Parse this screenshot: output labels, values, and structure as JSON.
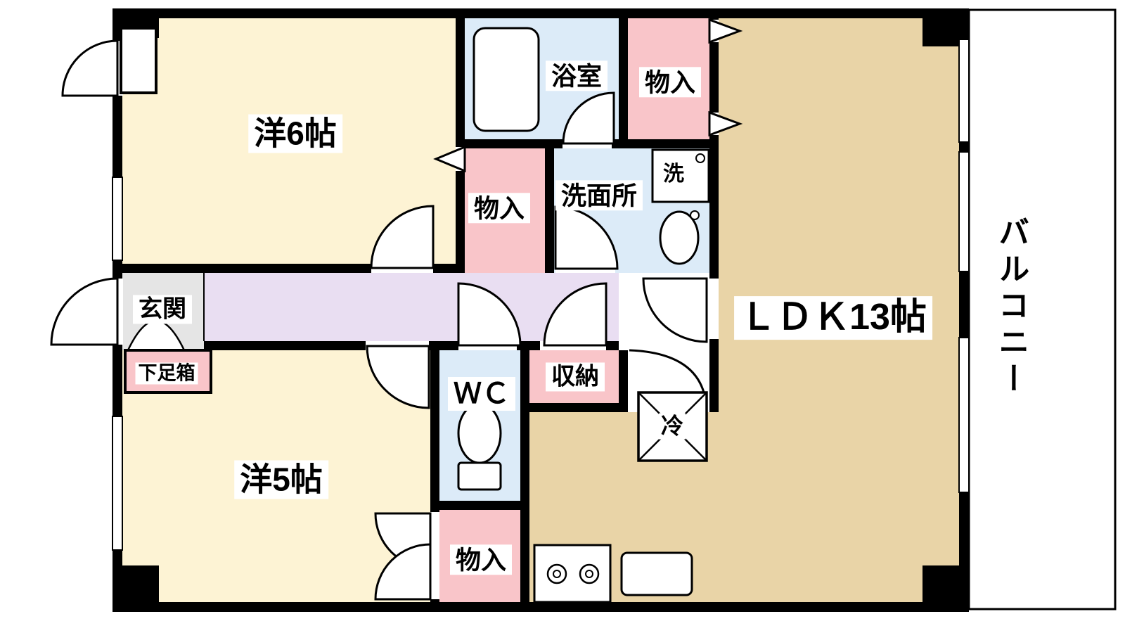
{
  "labels": {
    "yo6": "洋6帖",
    "bath": "浴室",
    "monoire_top": "物入",
    "monoire_mid": "物入",
    "senmenjo": "洗面所",
    "washer": "洗",
    "ldk": "ＬＤＫ13帖",
    "genkan": "玄関",
    "shoebox": "下足箱",
    "yo5": "洋5帖",
    "wc": "ＷＣ",
    "shuno": "収納",
    "fridge": "冷",
    "monoire_bottom": "物入",
    "balcony": "バルコニー"
  },
  "colors": {
    "wall": "#000000",
    "cream": "#fdf3d4",
    "tan": "#e9d4a7",
    "blue": "#dcebf8",
    "pink": "#f9c5c9",
    "lavender": "#e9def2",
    "gray": "#e5e5e5",
    "white": "#ffffff"
  }
}
